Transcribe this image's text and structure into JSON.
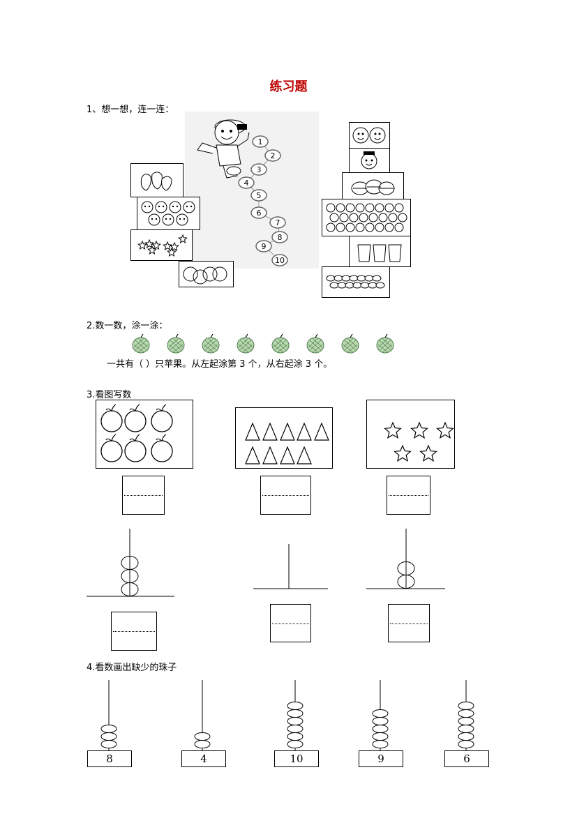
{
  "title": "练习题",
  "q1": {
    "label": "1、想一想，连一连：",
    "ladder_numbers": [
      "1",
      "2",
      "3",
      "4",
      "5",
      "6",
      "7",
      "8",
      "9",
      "10"
    ]
  },
  "q2": {
    "label": "2.数一数，涂一涂：",
    "apple_count": 8,
    "sentence": "一共有（      ）只苹果。从左起涂第 3 个，从右起涂 3 个。"
  },
  "q3": {
    "label": "3.看图写数",
    "pictures": [
      {
        "item": "apple",
        "count": 6
      },
      {
        "item": "triangle",
        "count": 9
      },
      {
        "item": "star",
        "count": 5
      }
    ],
    "abacus_beads": [
      3,
      0,
      2
    ]
  },
  "q4": {
    "label": "4.看数画出缺少的珠子",
    "items": [
      {
        "number": "8",
        "beads_shown": 3
      },
      {
        "number": "4",
        "beads_shown": 2
      },
      {
        "number": "10",
        "beads_shown": 6
      },
      {
        "number": "9",
        "beads_shown": 5
      },
      {
        "number": "6",
        "beads_shown": 6
      }
    ]
  }
}
